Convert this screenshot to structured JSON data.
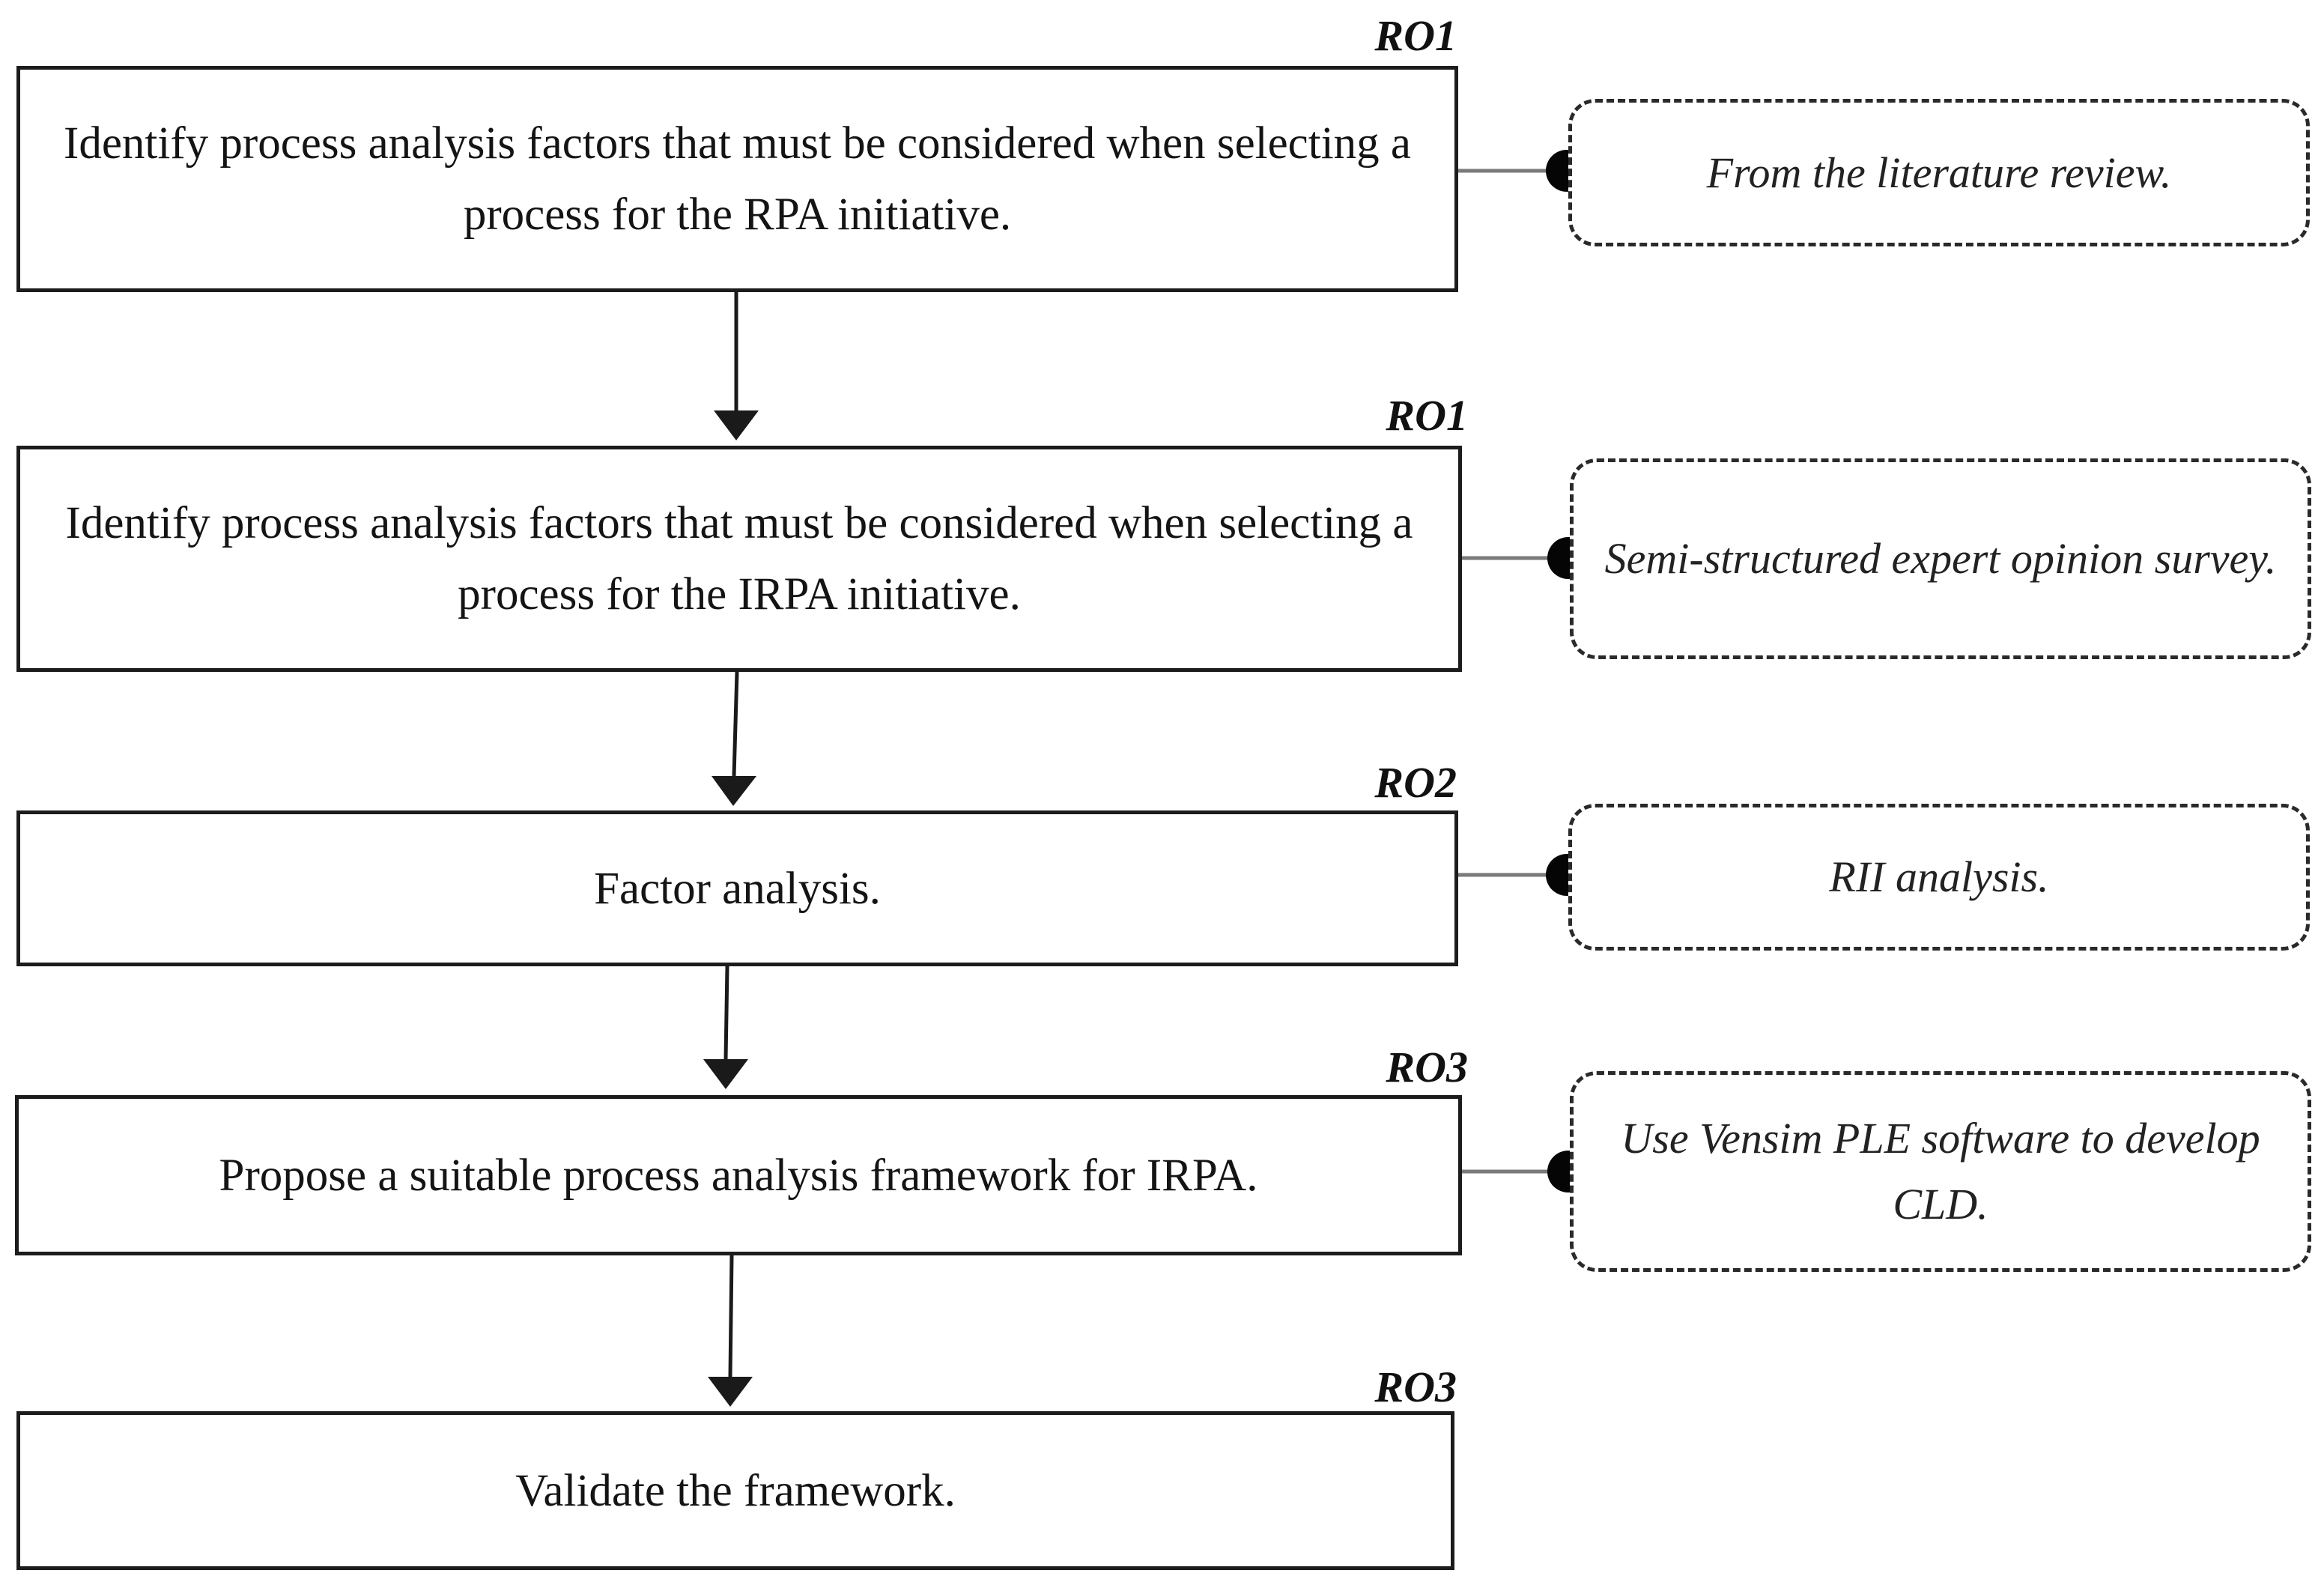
{
  "steps": [
    {
      "tag": "RO1",
      "text": "Identify process analysis factors that must be considered when selecting a process for the RPA initiative."
    },
    {
      "tag": "RO1",
      "text": "Identify process analysis factors that must be considered when selecting a process for the IRPA initiative."
    },
    {
      "tag": "RO2",
      "text": "Factor analysis."
    },
    {
      "tag": "RO3",
      "text": "Propose a suitable process analysis framework for IRPA."
    },
    {
      "tag": "RO3",
      "text": "Validate the framework."
    }
  ],
  "notes": [
    {
      "text": "From the literature review."
    },
    {
      "text": "Semi-structured expert opinion survey."
    },
    {
      "text": "RII analysis."
    },
    {
      "text": "Use Vensim PLE software to develop CLD."
    }
  ]
}
